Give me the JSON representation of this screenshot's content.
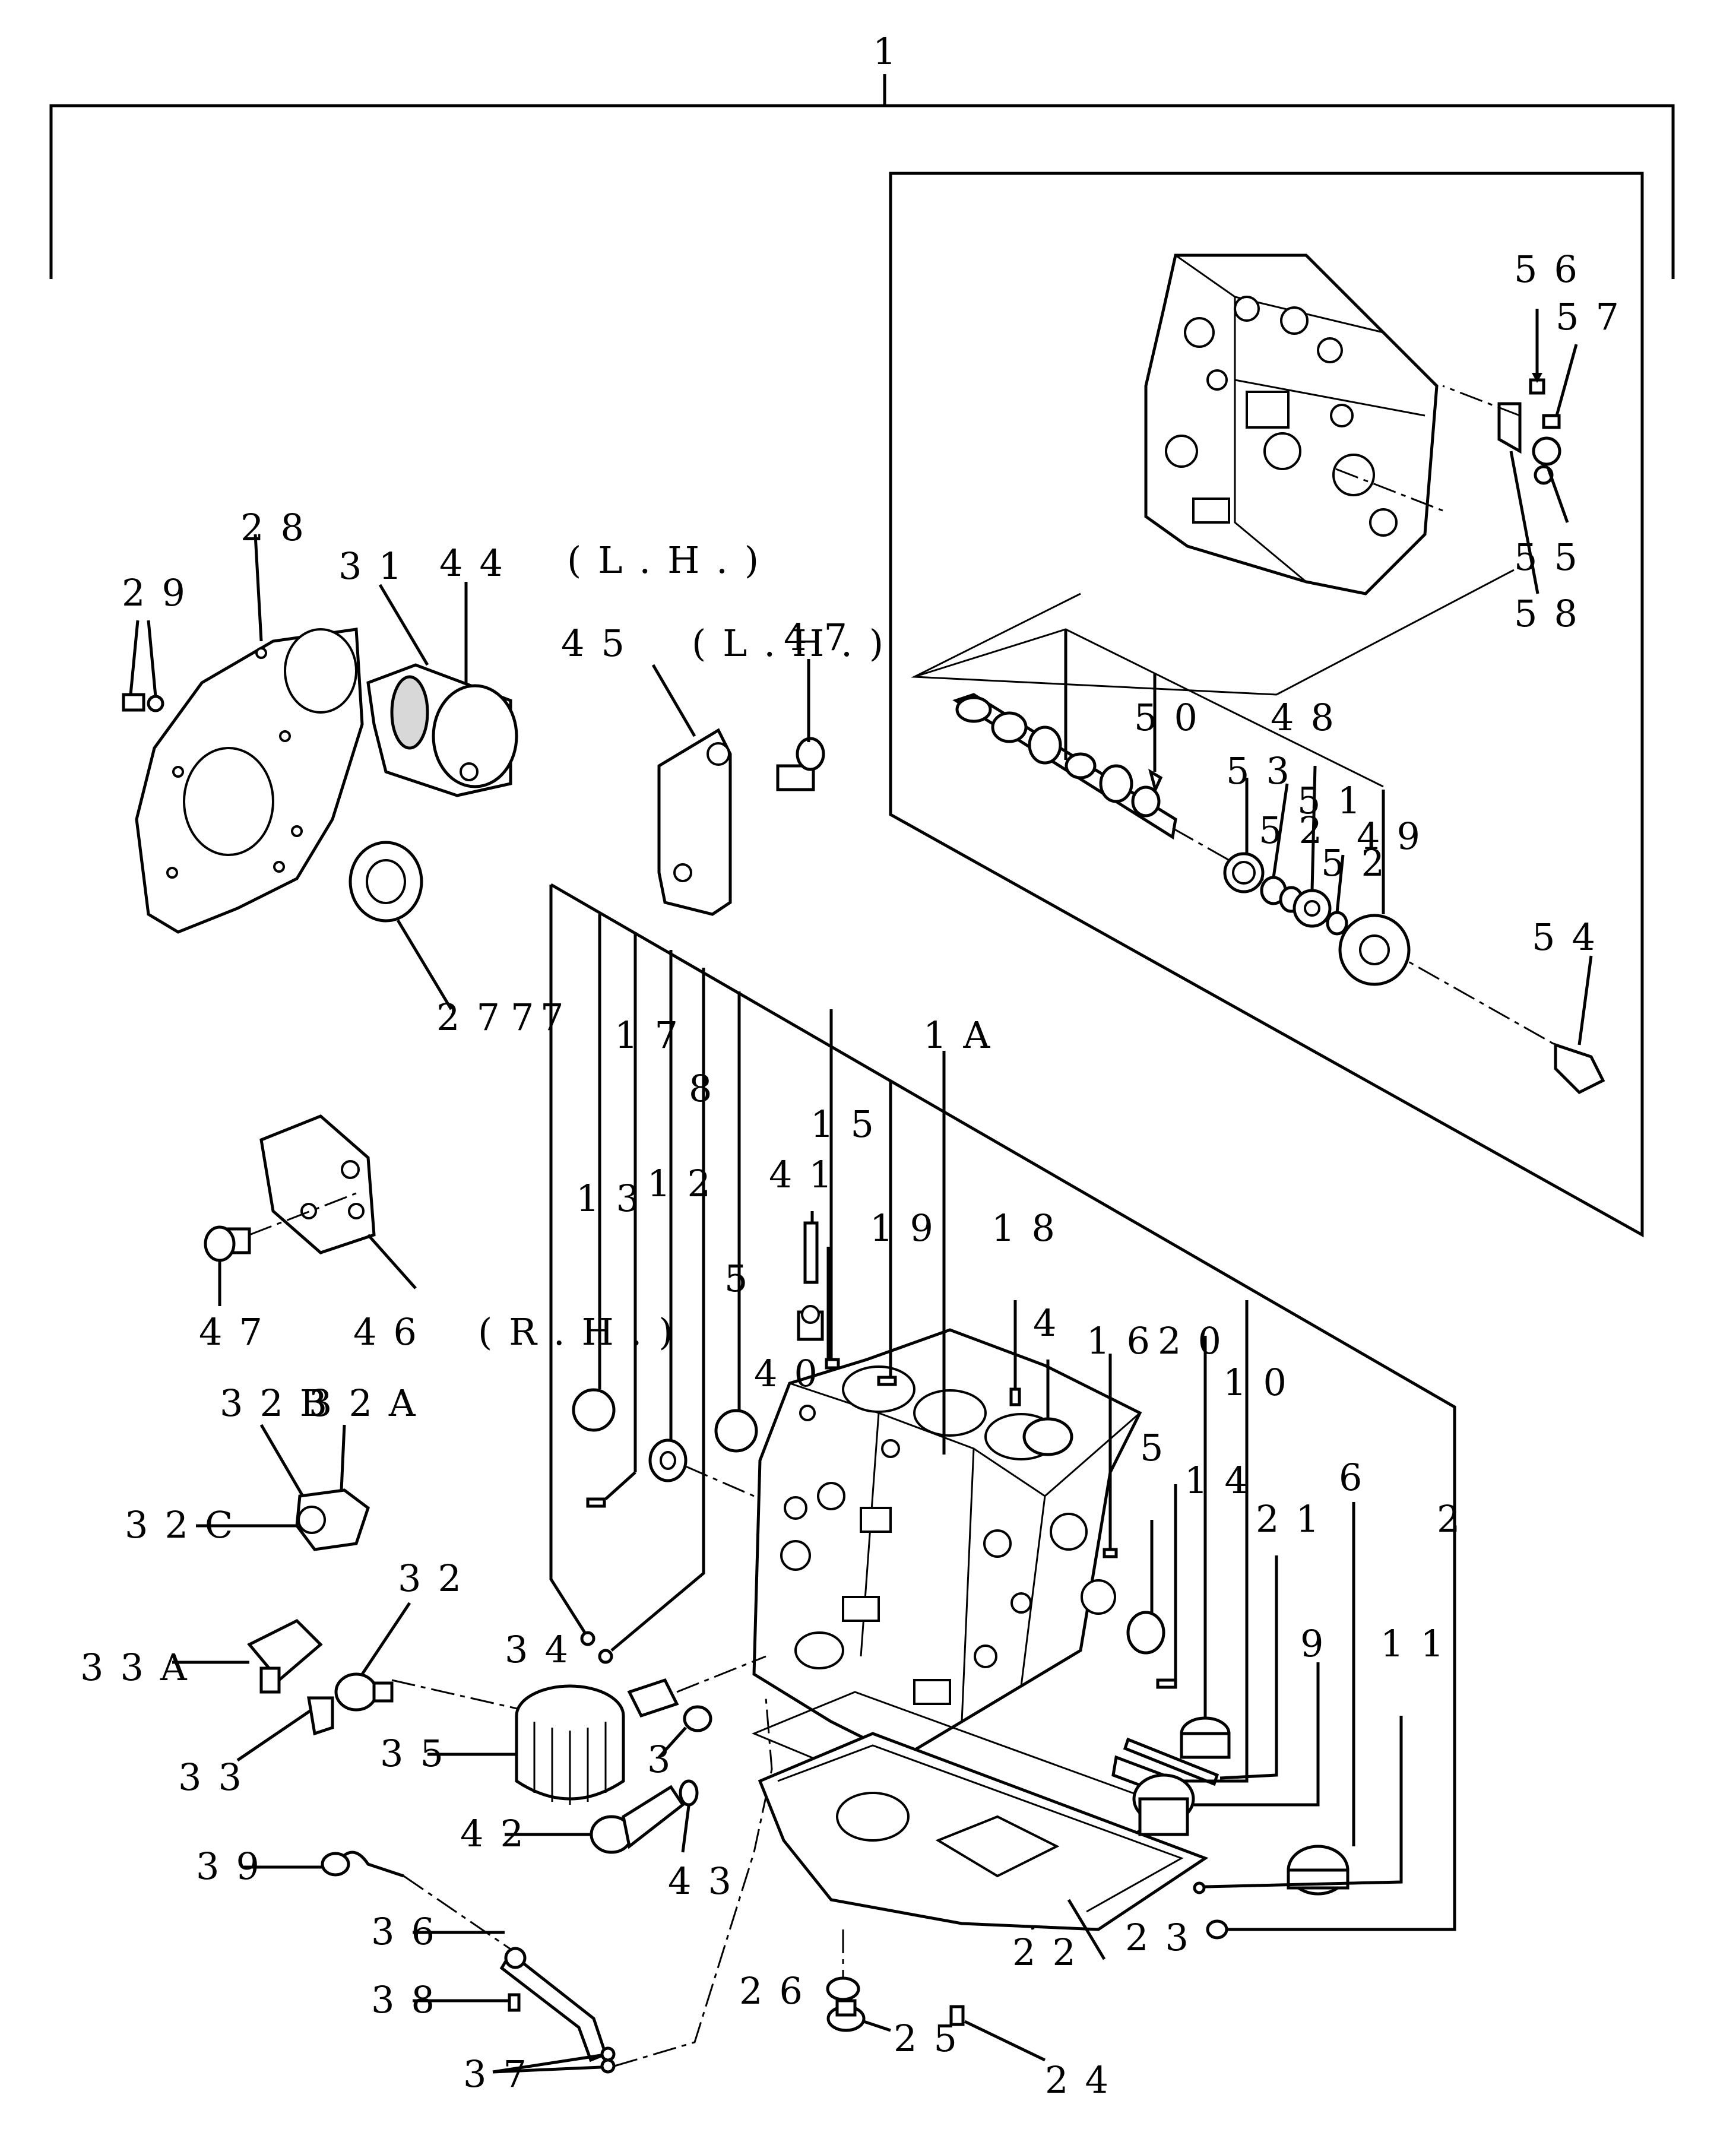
{
  "labels": [
    {
      "id": "l-1",
      "text": "1"
    },
    {
      "id": "l-1a",
      "text": "1A"
    },
    {
      "id": "l-2",
      "text": "2"
    },
    {
      "id": "l-3",
      "text": "3"
    },
    {
      "id": "l-4",
      "text": "4"
    },
    {
      "id": "l-5a",
      "text": "5"
    },
    {
      "id": "l-5b",
      "text": "5"
    },
    {
      "id": "l-6",
      "text": "6"
    },
    {
      "id": "l-7a",
      "text": "7"
    },
    {
      "id": "l-7b",
      "text": "7"
    },
    {
      "id": "l-8",
      "text": "8"
    },
    {
      "id": "l-9",
      "text": "9"
    },
    {
      "id": "l-10",
      "text": "10"
    },
    {
      "id": "l-11",
      "text": "11"
    },
    {
      "id": "l-12",
      "text": "12"
    },
    {
      "id": "l-13",
      "text": "13"
    },
    {
      "id": "l-14",
      "text": "14"
    },
    {
      "id": "l-15",
      "text": "15"
    },
    {
      "id": "l-16",
      "text": "16"
    },
    {
      "id": "l-17",
      "text": "17"
    },
    {
      "id": "l-18",
      "text": "18"
    },
    {
      "id": "l-19",
      "text": "19"
    },
    {
      "id": "l-20",
      "text": "20"
    },
    {
      "id": "l-21",
      "text": "21"
    },
    {
      "id": "l-22",
      "text": "22"
    },
    {
      "id": "l-23",
      "text": "23"
    },
    {
      "id": "l-24",
      "text": "24"
    },
    {
      "id": "l-25",
      "text": "25"
    },
    {
      "id": "l-26",
      "text": "26"
    },
    {
      "id": "l-27",
      "text": "27"
    },
    {
      "id": "l-28",
      "text": "28"
    },
    {
      "id": "l-29",
      "text": "29"
    },
    {
      "id": "l-31",
      "text": "31"
    },
    {
      "id": "l-32",
      "text": "32"
    },
    {
      "id": "l-32a",
      "text": "32A"
    },
    {
      "id": "l-32b",
      "text": "32B"
    },
    {
      "id": "l-32c",
      "text": "32C"
    },
    {
      "id": "l-33",
      "text": "33"
    },
    {
      "id": "l-33a",
      "text": "33A"
    },
    {
      "id": "l-34",
      "text": "34"
    },
    {
      "id": "l-35",
      "text": "35"
    },
    {
      "id": "l-36",
      "text": "36"
    },
    {
      "id": "l-37",
      "text": "37"
    },
    {
      "id": "l-38",
      "text": "38"
    },
    {
      "id": "l-39",
      "text": "39"
    },
    {
      "id": "l-40",
      "text": "40"
    },
    {
      "id": "l-41",
      "text": "41"
    },
    {
      "id": "l-42",
      "text": "42"
    },
    {
      "id": "l-43",
      "text": "43"
    },
    {
      "id": "l-44",
      "text": "44"
    },
    {
      "id": "l-44lh",
      "text": "(L.H.)"
    },
    {
      "id": "l-45",
      "text": "45"
    },
    {
      "id": "l-45lh",
      "text": "(L.H.)"
    },
    {
      "id": "l-46",
      "text": "46"
    },
    {
      "id": "l-46rh",
      "text": "(R.H.)"
    },
    {
      "id": "l-47a",
      "text": "47"
    },
    {
      "id": "l-47b",
      "text": "47"
    },
    {
      "id": "l-48",
      "text": "48"
    },
    {
      "id": "l-49",
      "text": "49"
    },
    {
      "id": "l-50",
      "text": "50"
    },
    {
      "id": "l-51",
      "text": "51"
    },
    {
      "id": "l-52a",
      "text": "52"
    },
    {
      "id": "l-52b",
      "text": "52"
    },
    {
      "id": "l-53",
      "text": "53"
    },
    {
      "id": "l-54",
      "text": "54"
    },
    {
      "id": "l-55",
      "text": "55"
    },
    {
      "id": "l-56",
      "text": "56"
    },
    {
      "id": "l-57",
      "text": "57"
    },
    {
      "id": "l-58",
      "text": "58"
    }
  ]
}
